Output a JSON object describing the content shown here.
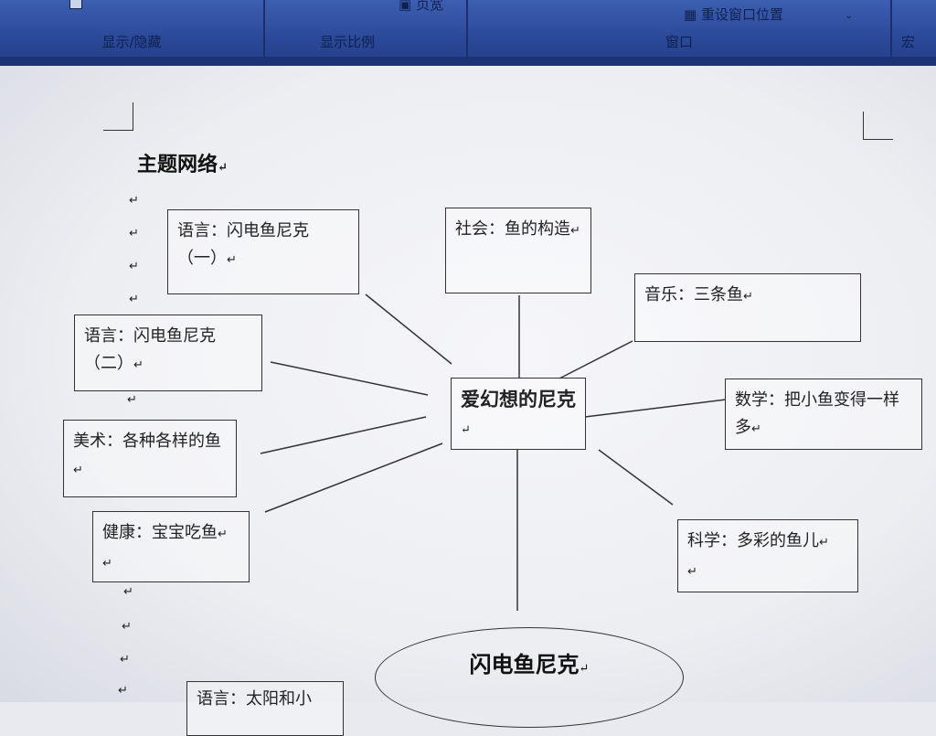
{
  "ribbon": {
    "group_show_hide": "显示/隐藏",
    "group_zoom": "显示比例",
    "group_window": "窗口",
    "zoom_button": "页宽",
    "reset_window": "重设窗口位置",
    "right_cut": "宏"
  },
  "document": {
    "title": "主题网络",
    "center_node": "爱幻想的尼克",
    "ellipse_node": "闪电鱼尼克",
    "paragraph_mark": "↵",
    "nodes": {
      "lang1": "语言：闪电鱼尼克（一）",
      "society": "社会：鱼的构造",
      "music": "音乐：三条鱼",
      "lang2": "语言：闪电鱼尼克（二）",
      "math": "数学：把小鱼变得一样多",
      "art": "美术：各种各样的鱼",
      "health": "健康：宝宝吃鱼",
      "science": "科学：多彩的鱼儿",
      "bottom_cut": "语言：太阳和小"
    }
  }
}
